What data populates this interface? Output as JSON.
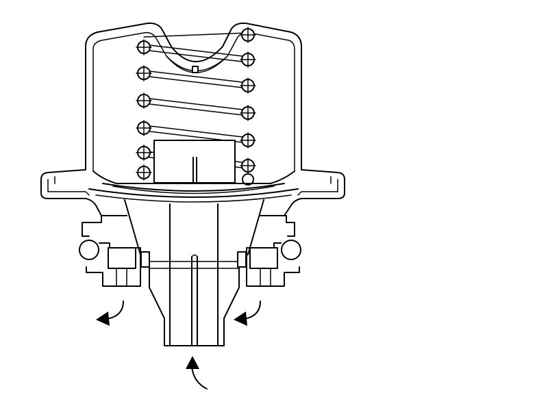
{
  "diagram": {
    "subject": "thermostat-cross-section",
    "colors": {
      "line": "#000000",
      "background": "#ffffff"
    },
    "arrows": [
      {
        "name": "flow-arrow-left",
        "icon": "curved-arrow-icon",
        "direction": "outward-left"
      },
      {
        "name": "flow-arrow-right",
        "icon": "curved-arrow-icon",
        "direction": "inward-left"
      },
      {
        "name": "flow-arrow-bottom",
        "icon": "curved-arrow-icon",
        "direction": "upward"
      }
    ]
  }
}
